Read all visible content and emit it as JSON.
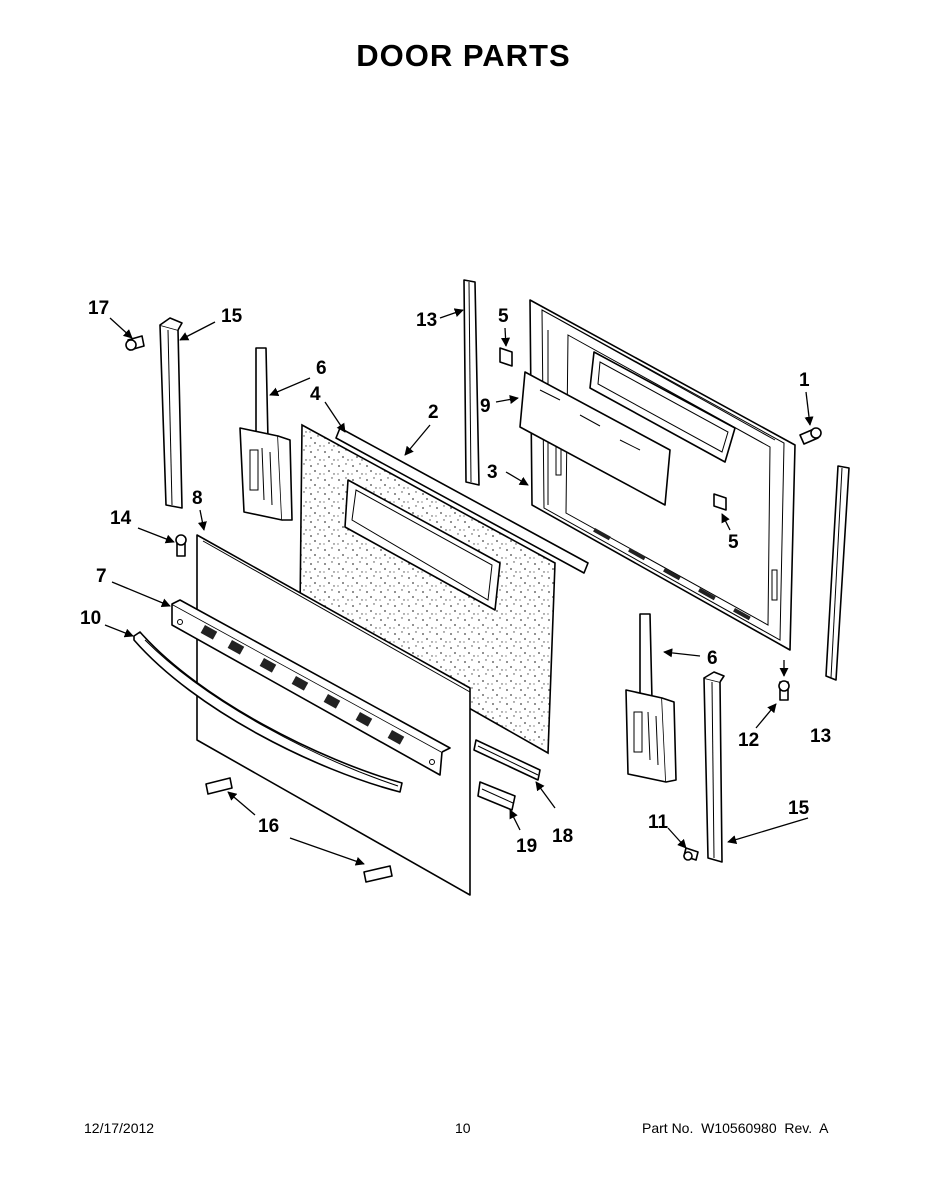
{
  "title": "DOOR PARTS",
  "callouts": [
    {
      "id": "c1",
      "label": "1"
    },
    {
      "id": "c2",
      "label": "2"
    },
    {
      "id": "c3",
      "label": "3"
    },
    {
      "id": "c4",
      "label": "4"
    },
    {
      "id": "c5a",
      "label": "5"
    },
    {
      "id": "c5b",
      "label": "5"
    },
    {
      "id": "c6a",
      "label": "6"
    },
    {
      "id": "c6b",
      "label": "6"
    },
    {
      "id": "c7",
      "label": "7"
    },
    {
      "id": "c8",
      "label": "8"
    },
    {
      "id": "c9",
      "label": "9"
    },
    {
      "id": "c10",
      "label": "10"
    },
    {
      "id": "c11",
      "label": "11"
    },
    {
      "id": "c12",
      "label": "12"
    },
    {
      "id": "c13a",
      "label": "13"
    },
    {
      "id": "c13b",
      "label": "13"
    },
    {
      "id": "c14",
      "label": "14"
    },
    {
      "id": "c15a",
      "label": "15"
    },
    {
      "id": "c15b",
      "label": "15"
    },
    {
      "id": "c16",
      "label": "16"
    },
    {
      "id": "c17",
      "label": "17"
    },
    {
      "id": "c18",
      "label": "18"
    },
    {
      "id": "c19",
      "label": "19"
    }
  ],
  "footer": {
    "date": "12/17/2012",
    "page": "10",
    "part_number": "Part No.  W10560980  Rev.  A"
  }
}
